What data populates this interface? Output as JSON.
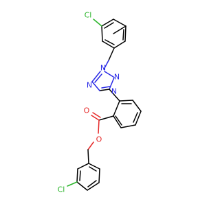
{
  "colors": {
    "carbon_bond": "#000000",
    "nitrogen": "#2828e6",
    "oxygen": "#e62828",
    "chlorine": "#28b428",
    "background": "#ffffff"
  },
  "labels": {
    "cl_top": "Cl",
    "n2": "N",
    "n3": "N",
    "n1": "N",
    "n4": "N",
    "o_carbonyl": "O",
    "o_ester": "O",
    "cl_bottom": "Cl"
  }
}
